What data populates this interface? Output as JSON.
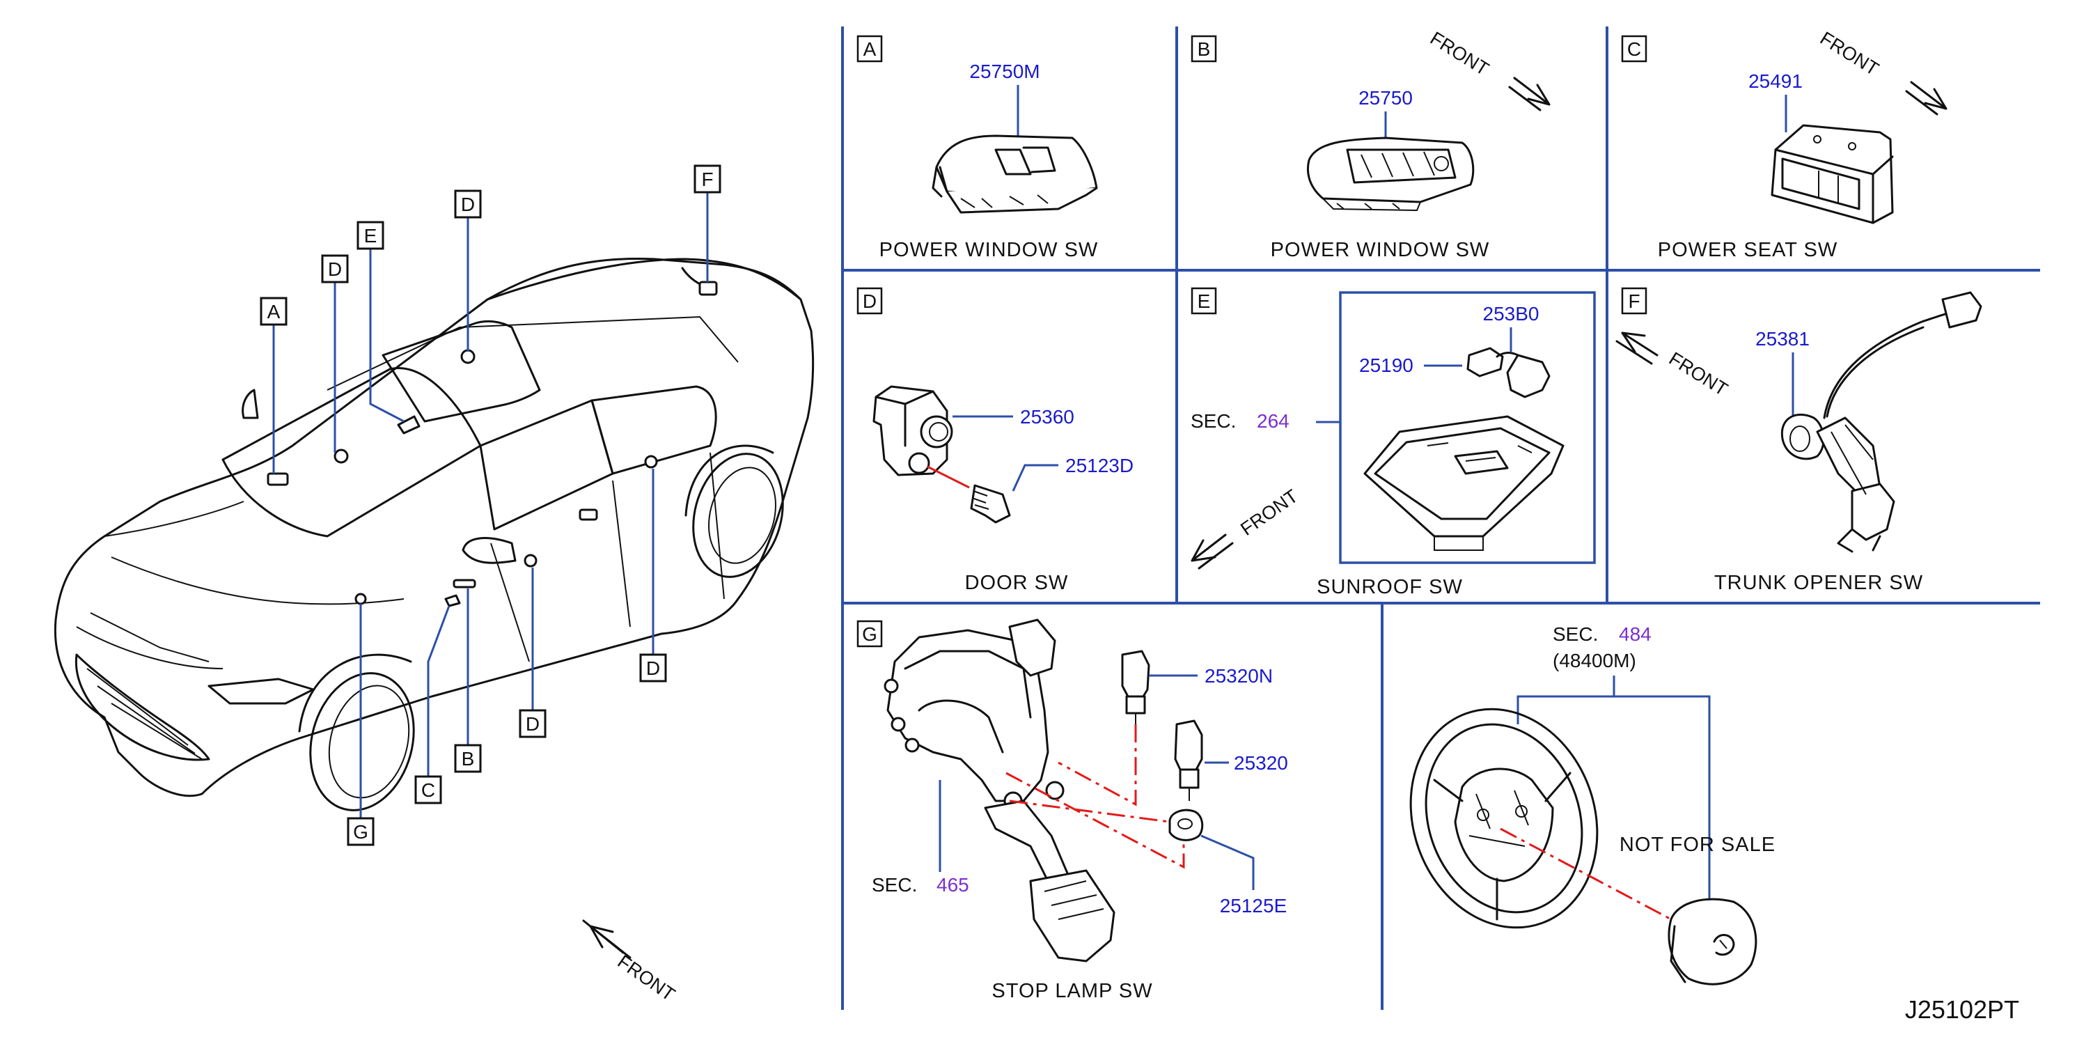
{
  "diagram_id": "J25102PT",
  "car": {
    "callouts": [
      "A",
      "D",
      "E",
      "D",
      "F",
      "D",
      "D",
      "B",
      "C",
      "G"
    ],
    "front_label": "FRONT"
  },
  "panels": {
    "A": {
      "letter": "A",
      "part": "25750M",
      "caption": "POWER   WINDOW   SW"
    },
    "B": {
      "letter": "B",
      "part": "25750",
      "caption": "POWER   WINDOW   SW",
      "front": "FRONT"
    },
    "C": {
      "letter": "C",
      "part": "25491",
      "caption": "POWER   SEAT   SW",
      "front": "FRONT"
    },
    "D": {
      "letter": "D",
      "part1": "25360",
      "part2": "25123D",
      "caption": "DOOR   SW"
    },
    "E": {
      "letter": "E",
      "part1": "253B0",
      "part2": "25190",
      "sec": "SEC.",
      "sec_num": "264",
      "caption": "SUNROOF   SW",
      "front": "FRONT"
    },
    "F": {
      "letter": "F",
      "part": "25381",
      "caption": "TRUNK   OPENER   SW",
      "front": "FRONT"
    },
    "G": {
      "letter": "G",
      "part1": "25320N",
      "part2": "25320",
      "part3": "25125E",
      "sec": "SEC.",
      "sec_num": "465",
      "caption": "STOP   LAMP   SW"
    },
    "H": {
      "sec": "SEC.",
      "sec_num": "484",
      "sub": "(48400M)",
      "note": "NOT   FOR   SALE"
    }
  },
  "colors": {
    "leader": "#2c4fa8",
    "part_number": "#1a1acc",
    "section_number": "#7b2fd0",
    "mating_line": "#e21b1b"
  }
}
